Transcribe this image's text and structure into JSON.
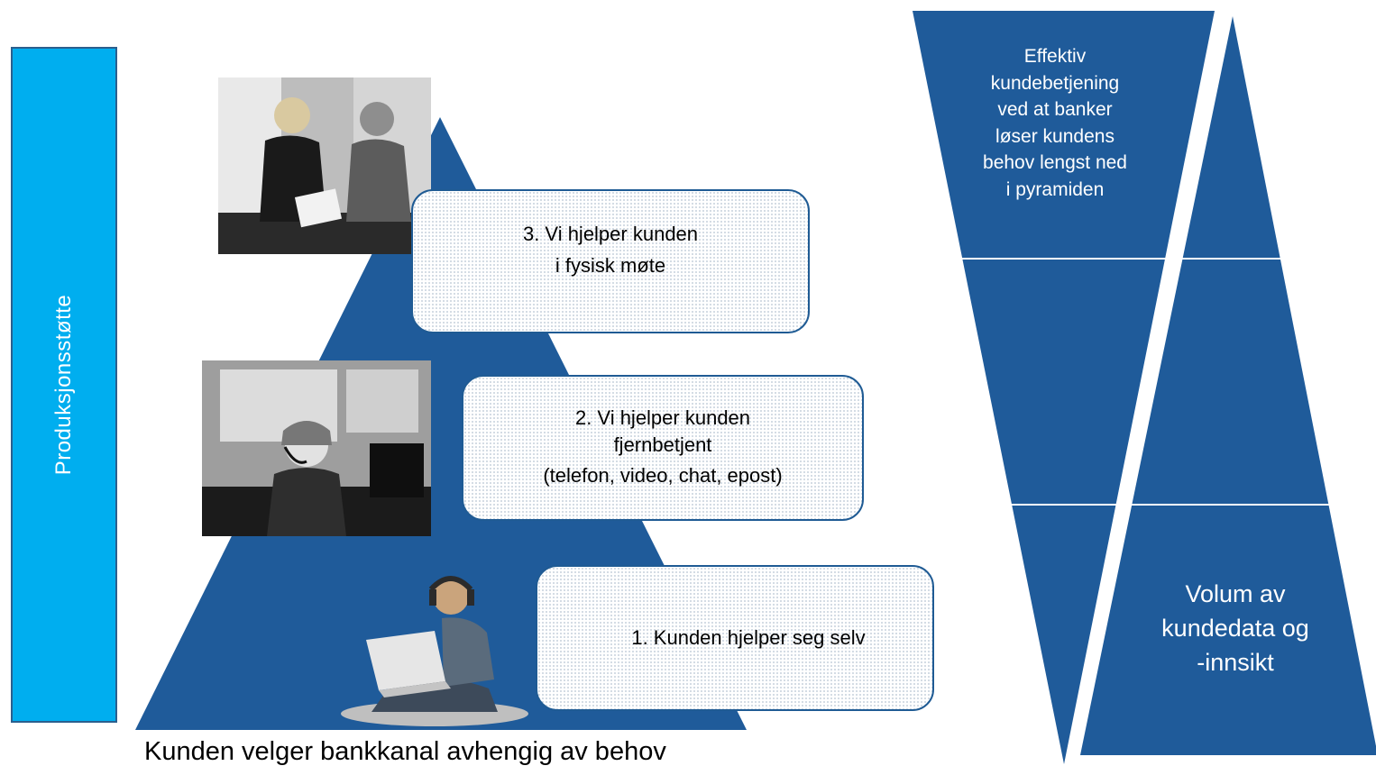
{
  "side_label": "Produksjonsstøtte",
  "levels": [
    {
      "lines": [
        "3. Vi hjelper kunden",
        "i fysisk møte"
      ]
    },
    {
      "lines": [
        "2. Vi hjelper kunden",
        "fjernbetjent",
        "(telefon, video, chat, epost)"
      ]
    },
    {
      "lines": [
        "1. Kunden hjelper seg selv"
      ]
    }
  ],
  "right_top_text": [
    "Effektiv",
    "kundebetjening",
    "ved at banker",
    "løser kundens",
    "behov lengst ned",
    "i pyramiden"
  ],
  "right_bottom_text": [
    "Volum av",
    "kundedata og",
    "-innsikt"
  ],
  "caption": "Kunden velger bankkanal avhengig av behov",
  "colors": {
    "pyramid": "#1f5b9a",
    "side_bar": "#00aeef",
    "box_border": "#1f5b94"
  },
  "icons": [
    "meeting-photo",
    "call-center-photo",
    "self-service-photo"
  ]
}
